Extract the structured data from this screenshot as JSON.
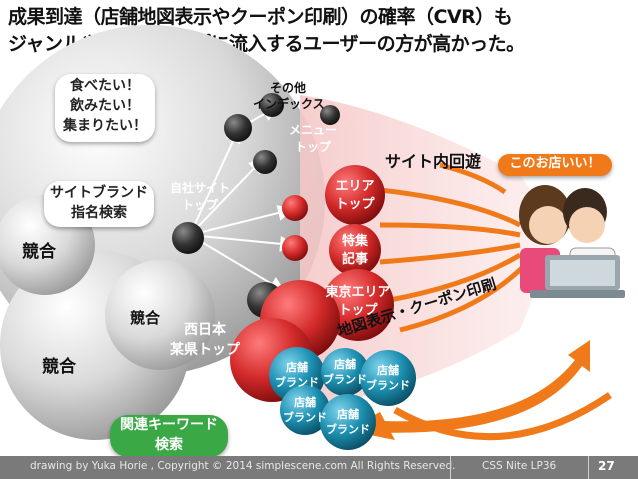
{
  "title": {
    "line1": "成果到達（店舗地図表示やクーポン印刷）の確率（CVR）も",
    "line2": "ジャンルやエリアトップに流入するユーザーの方が高かった。"
  },
  "bubbles": {
    "wants": [
      "食べたい！",
      "飲みたい！",
      "集まりたい！"
    ],
    "brand_search": [
      "サイトブランド",
      "指名検索"
    ],
    "related_keyword": [
      "関連キーワード",
      "検索"
    ],
    "customer_voice": "このお店いい！"
  },
  "competition": [
    "競合",
    "競合",
    "競合"
  ],
  "nodes": {
    "other_index": [
      "その他",
      "インデックス"
    ],
    "menu_top": [
      "メニュー",
      "トップ"
    ],
    "own_site_top": [
      "自社サイト",
      "トップ"
    ],
    "area_top": [
      "エリア",
      "トップ"
    ],
    "feature": [
      "特集",
      "記事"
    ],
    "tokyo_area_top": [
      "東京エリア",
      "トップ"
    ],
    "west_japan_top": [
      "西日本",
      "某県トップ"
    ]
  },
  "stores": [
    [
      "店舗",
      "ブランド"
    ],
    [
      "店舗",
      "ブランド"
    ],
    [
      "店舗",
      "ブランド"
    ],
    [
      "店舗",
      "ブランド"
    ],
    [
      "店舗",
      "ブランド"
    ]
  ],
  "labels": {
    "site_circulation": "サイト内回遊",
    "map_coupon": "地図表示・クーポン印刷"
  },
  "colors": {
    "red_node": "#d42a2a",
    "dark_node": "#2d2d2d",
    "teal_node": "#1c8fb0",
    "orange_arrow": "#f07a1a",
    "green_bubble": "#3aa845",
    "gray_sphere": "#c8c8c8"
  },
  "footer": {
    "copyright": "drawing by Yuka Horie , Copyright © 2014 simplescene.com All Rights Reserved.",
    "event": "CSS Nite LP36",
    "page": "27"
  }
}
